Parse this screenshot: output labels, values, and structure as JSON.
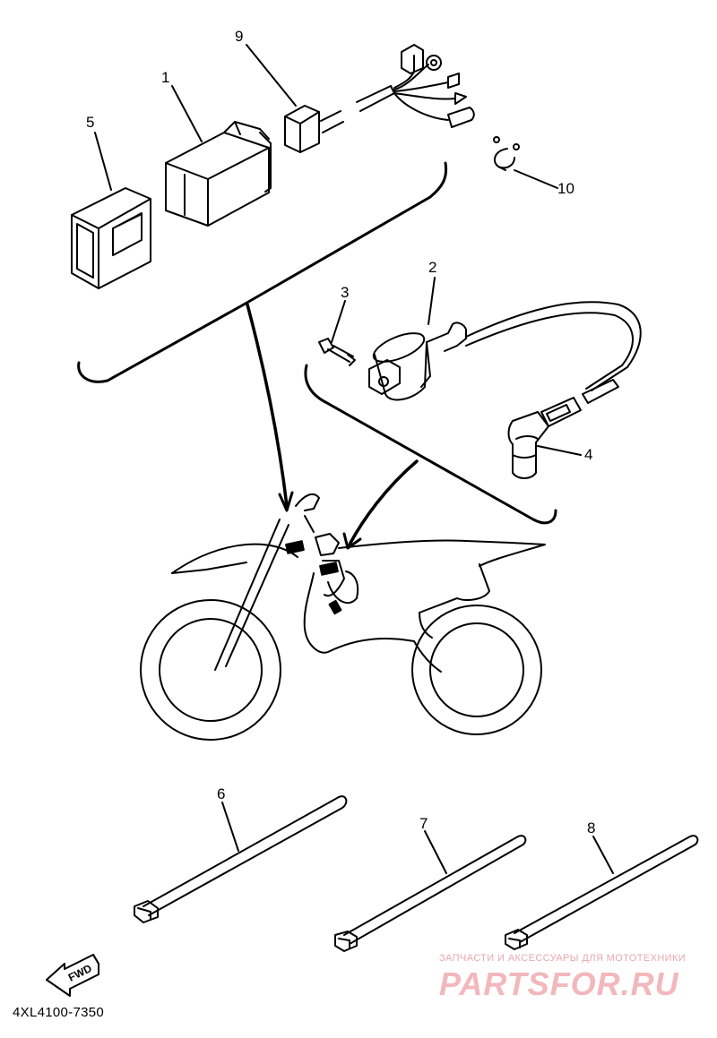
{
  "diagram": {
    "callouts": [
      {
        "label": "1"
      },
      {
        "label": "2"
      },
      {
        "label": "3"
      },
      {
        "label": "4"
      },
      {
        "label": "5"
      },
      {
        "label": "6"
      },
      {
        "label": "7"
      },
      {
        "label": "8"
      },
      {
        "label": "9"
      },
      {
        "label": "10"
      }
    ],
    "fwd_label": "FWD",
    "diagram_code": "4XL4100-7350"
  },
  "watermark": {
    "tagline": "ЗАПЧАСТИ И АКСЕССУАРЫ ДЛЯ МОТОТЕХНИКИ",
    "brand": "PARTSFOR.RU",
    "color": "#f2b8bc"
  }
}
